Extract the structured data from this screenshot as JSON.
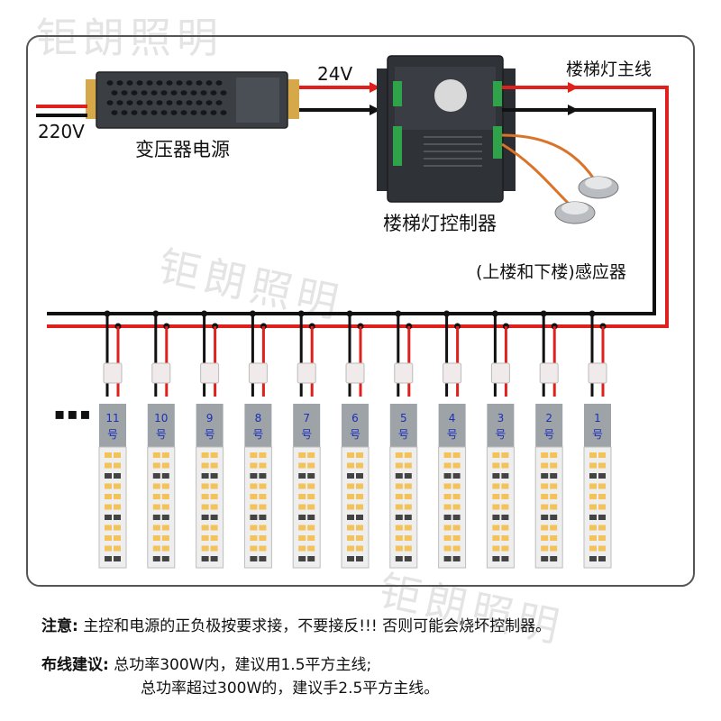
{
  "watermark": "钜朗照明",
  "labels": {
    "v220": "220V",
    "v24": "24V",
    "power_supply": "变压器电源",
    "controller": "楼梯灯控制器",
    "main_line": "楼梯灯主线",
    "sensors": "(上楼和下楼)感应器",
    "ellipsis": "▪▪▪"
  },
  "strips": [
    "11",
    "10",
    "9",
    "8",
    "7",
    "6",
    "5",
    "4",
    "3",
    "2",
    "1"
  ],
  "strip_suffix": "号",
  "notes": {
    "note_label": "注意:",
    "note_text": "主控和电源的正负极按要求接，不要接反!!!  否则可能会烧坏控制器。",
    "advice_label": "布线建议:",
    "advice_line1": "总功率300W内，建议用1.5平方主线;",
    "advice_line2": "总功率超过300W的，建议手2.5平方主线。"
  },
  "colors": {
    "positive_wire": "#e0201c",
    "negative_wire": "#111111",
    "strip_label": "#1b2fb8"
  }
}
